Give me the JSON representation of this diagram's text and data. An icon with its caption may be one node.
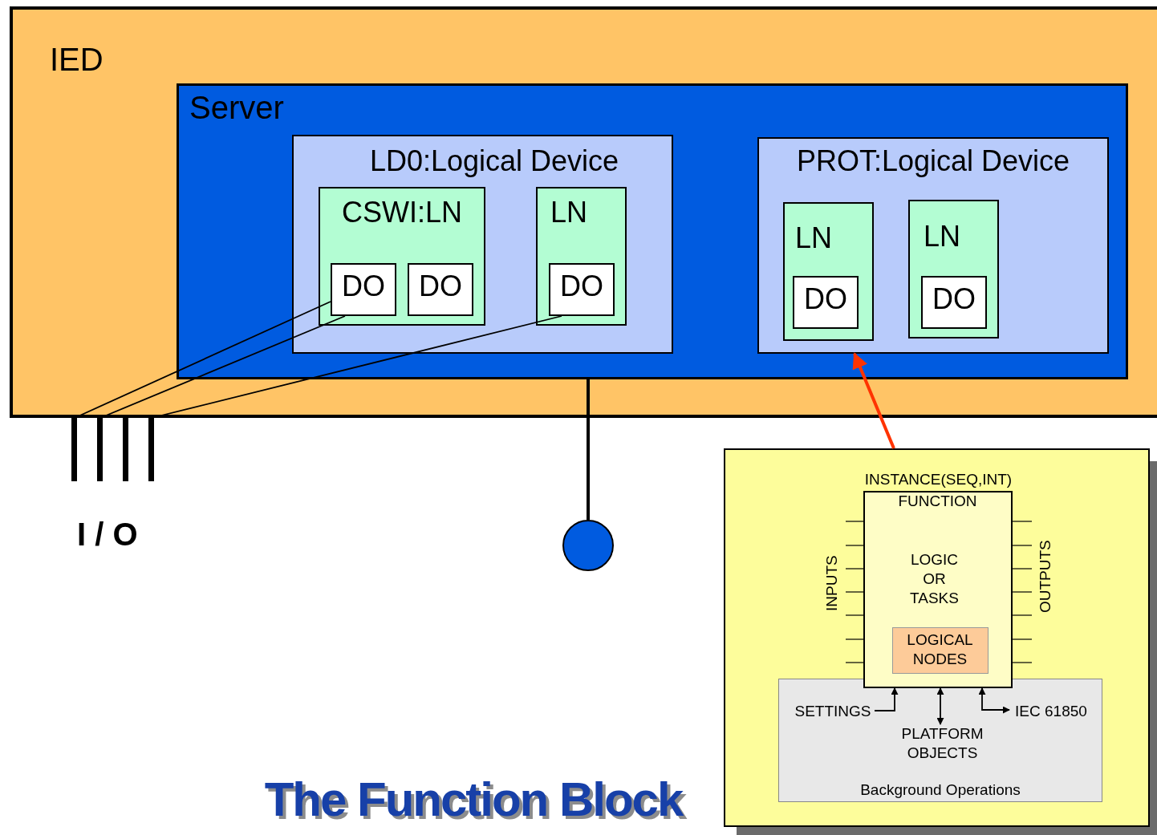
{
  "diagram": {
    "title": "The Function Block",
    "nodes": [
      {
        "text": [
          "IED"
        ]
      },
      {
        "text": [
          "Server"
        ],
        "in": 0
      },
      {
        "text": [
          "LD0:Logical Device"
        ],
        "in": 1
      },
      {
        "text": [
          "CSWI:LN"
        ],
        "in": 2
      },
      {
        "text": [
          "DO"
        ],
        "in": 3
      },
      {
        "text": [
          "DO"
        ],
        "in": 3
      },
      {
        "text": [
          "LN"
        ],
        "in": 2
      },
      {
        "text": [
          "DO"
        ],
        "in": 6
      },
      {
        "text": [
          "PROT:Logical Device"
        ],
        "in": 1
      },
      {
        "text": [
          "LN"
        ],
        "in": 8
      },
      {
        "text": [
          "DO"
        ],
        "in": 9
      },
      {
        "text": [
          "LN"
        ],
        "in": 8
      },
      {
        "text": [
          "DO"
        ],
        "in": 11
      },
      {
        "text": [],
        "shape": "bar"
      },
      {
        "text": [],
        "shape": "bar"
      },
      {
        "text": [],
        "shape": "bar"
      },
      {
        "text": [],
        "shape": "bar"
      },
      {
        "text": [],
        "shape": "circle"
      },
      {
        "text": [],
        "shape": "box"
      },
      {
        "text": [
          "INSTANCE(SEQ,INT)",
          "FUNCTION",
          "LOGIC OR TASKS"
        ],
        "in": 18
      },
      {
        "text": [
          "LOGICAL NODES"
        ],
        "in": 19
      },
      {
        "text": [
          "Background Operations"
        ],
        "in": 18
      },
      {
        "text": [
          "SETTINGS"
        ],
        "in": 21
      },
      {
        "text": [
          "PLATFORM OBJECTS"
        ],
        "in": 21
      },
      {
        "text": [
          "IEC 61850"
        ],
        "in": 21
      }
    ],
    "edges": [
      {
        "from": 4,
        "to": 13,
        "arrow": "none"
      },
      {
        "from": 4,
        "to": 14,
        "arrow": "none"
      },
      {
        "from": 7,
        "to": 16,
        "arrow": "none"
      },
      {
        "from": 1,
        "to": 17,
        "arrow": "none",
        "style": "thick"
      },
      {
        "from": 18,
        "to": 8,
        "arrow": "to",
        "style": "thick",
        "color": "#ff3300"
      },
      {
        "from": 22,
        "to": 19,
        "arrow": "to"
      },
      {
        "from": 23,
        "to": 19,
        "arrow": "both"
      },
      {
        "from": 19,
        "to": 24,
        "arrow": "both"
      }
    ],
    "labels": [
      "I / O",
      "INPUTS",
      "OUTPUTS"
    ]
  }
}
